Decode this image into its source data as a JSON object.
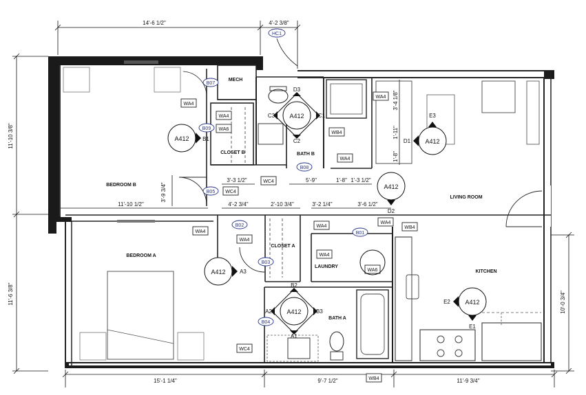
{
  "dimensions": {
    "top_left": "14'-6 1/2\"",
    "top_right": "4'-2 3/8\"",
    "hc_tag": "HC1",
    "left_upper": "11'-10 3/8\"",
    "left_lower": "11'-6 3/8\"",
    "bottom_left": "15'-1 1/4\"",
    "bottom_mid": "9'-7 1/2\"",
    "bottom_right": "11'-9 3/4\"",
    "right_lower": "10'-0 3/4\"",
    "inner": {
      "bedroom_b_width": "11'-10 1/2\"",
      "closet_b_depth": "3'-9 3/4\"",
      "closet_b_width": "3'-3 1/2\"",
      "corridor": "4'-2 3/4\"",
      "closet_a": "2'-10 3/4\"",
      "laundry_a": "3'-2 1/4\"",
      "laundry_b": "3'-6 1/2\"",
      "bath_b_width": "5'-9\"",
      "bath_b_a": "1'-8\"",
      "bath_b_b": "1'-3 1/2\"",
      "bath_v1": "3'-4 1/8\"",
      "bath_v2": "1'-11\"",
      "bath_v3": "1'-8\""
    }
  },
  "rooms": {
    "bedroom_b": "BEDROOM B",
    "bedroom_a": "BEDROOM A",
    "closet_b": "CLOSET B",
    "closet_a": "CLOSET A",
    "bath_b": "BATH B",
    "bath_a": "BATH A",
    "mech": "MECH",
    "laundry": "LAUNDRY",
    "living_room": "LIVING ROOM",
    "kitchen": "KITCHEN"
  },
  "wall_tags": {
    "wa4": "WA4",
    "wa6": "WA6",
    "wb4": "WB4",
    "wc4": "WC4"
  },
  "blue_tags": {
    "b07": "B07",
    "b09": "B09",
    "b05": "B05",
    "b08": "B08",
    "b02": "B02",
    "b03": "B03",
    "b01": "B01",
    "b04": "B04"
  },
  "detail_refs": {
    "sheet": "A412",
    "b1": "B1",
    "a3": "A3",
    "b2": "B2",
    "a2": "A2",
    "b3": "B3",
    "a1": "A1",
    "c1": "C1",
    "c2": "C2",
    "c3": "C3",
    "d1": "D1",
    "d2": "D2",
    "d3": "D3",
    "e1": "E1",
    "e2": "E2",
    "e3": "E3"
  }
}
